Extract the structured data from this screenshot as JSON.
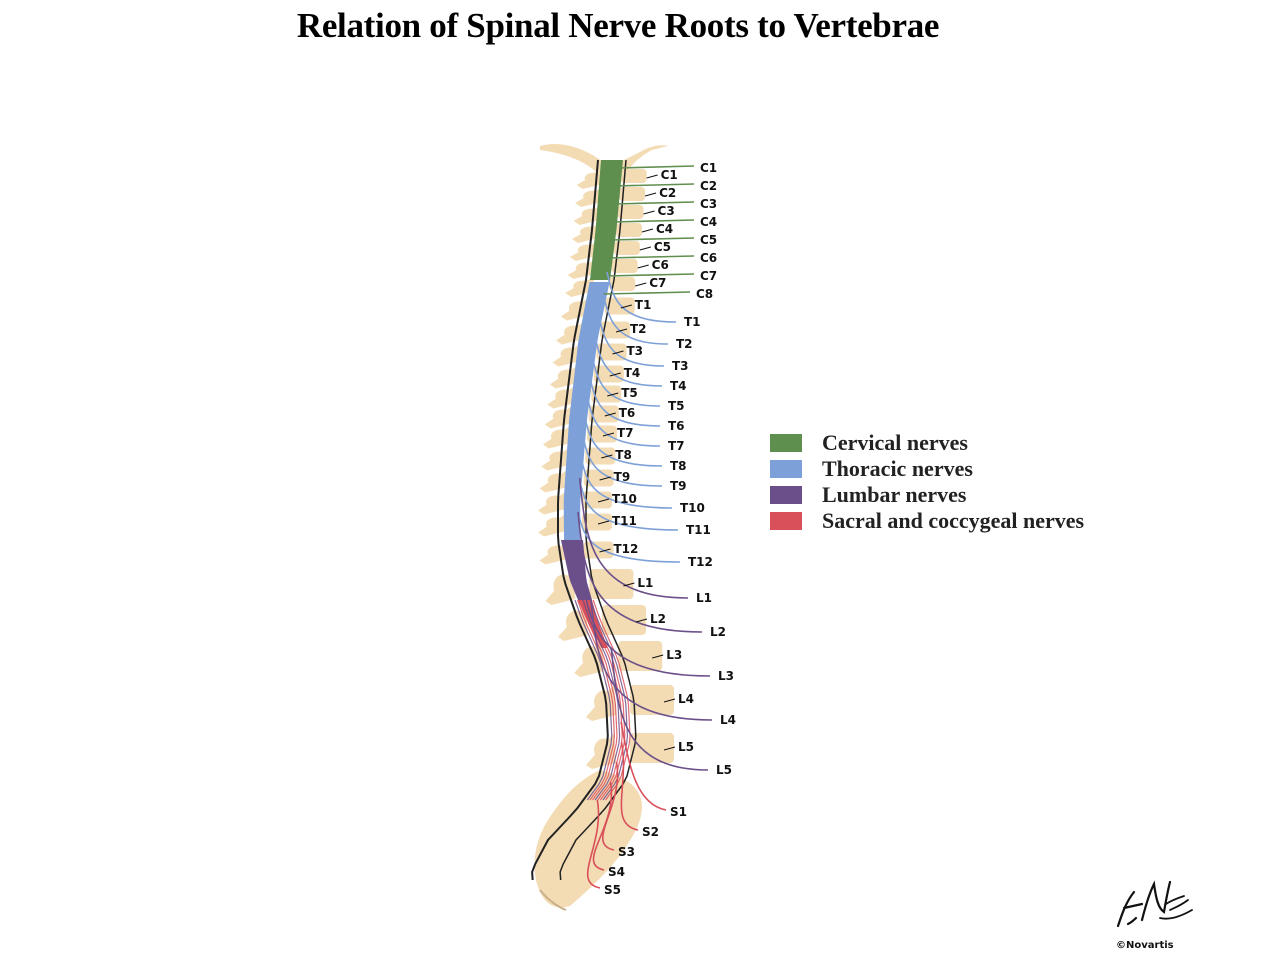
{
  "title": "Relation of Spinal Nerve Roots to Vertebrae",
  "colors": {
    "cervical": "#5f8f4e",
    "thoracic": "#7ea0d8",
    "lumbar": "#6b4f8a",
    "sacral": "#d9505a",
    "bone": "#f3dcb4"
  },
  "legend": [
    {
      "label": "Cervical nerves",
      "color": "#5f8f4e"
    },
    {
      "label": "Thoracic nerves",
      "color": "#7ea0d8"
    },
    {
      "label": "Lumbar nerves",
      "color": "#6b4f8a"
    },
    {
      "label": "Sacral and coccygeal nerves",
      "color": "#d9505a"
    }
  ],
  "vertebra_labels": [
    "C1",
    "C2",
    "C3",
    "C4",
    "C5",
    "C6",
    "C7",
    "T1",
    "T2",
    "T3",
    "T4",
    "T5",
    "T6",
    "T7",
    "T8",
    "T9",
    "T10",
    "T11",
    "T12",
    "L1",
    "L2",
    "L3",
    "L4",
    "L5"
  ],
  "nerve_labels": [
    "C1",
    "C2",
    "C3",
    "C4",
    "C5",
    "C6",
    "C7",
    "C8",
    "T1",
    "T2",
    "T3",
    "T4",
    "T5",
    "T6",
    "T7",
    "T8",
    "T9",
    "T10",
    "T11",
    "T12",
    "L1",
    "L2",
    "L3",
    "L4",
    "L5",
    "S1",
    "S2",
    "S3",
    "S4",
    "S5"
  ],
  "signature": "F. Netter",
  "copyright": "©Novartis"
}
